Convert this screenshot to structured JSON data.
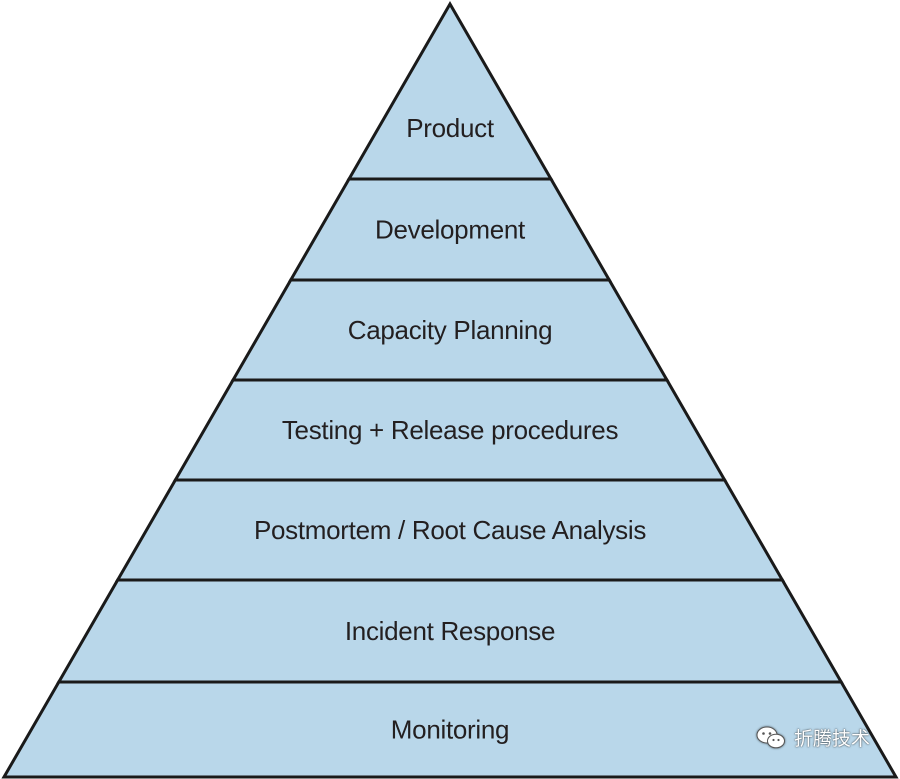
{
  "pyramid": {
    "levels": [
      "Product",
      "Development",
      "Capacity Planning",
      "Testing + Release procedures",
      "Postmortem / Root Cause Analysis",
      "Incident Response",
      "Monitoring"
    ],
    "fill_color": "#b9d7ea",
    "stroke_color": "#1a1a1a"
  },
  "watermark": {
    "icon": "wechat-icon",
    "text": "折腾技术"
  }
}
